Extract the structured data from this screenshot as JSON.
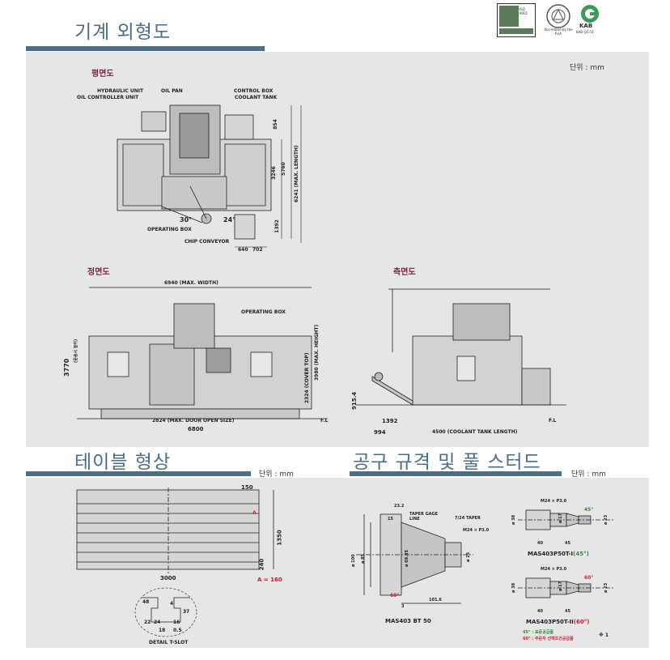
{
  "sections": {
    "exterior": "기계 외형도",
    "table_shape": "테이블 형상",
    "tooling": "공구 규격 및 풀 스터드"
  },
  "views": {
    "plan": "평면도",
    "front": "정면도",
    "side": "측면도"
  },
  "units": {
    "top": "단위 : mm",
    "table": "단위 : mm",
    "tool": "단위 : mm"
  },
  "logos": {
    "iso_caption": "ISO 9001",
    "kab": "KAB",
    "kab_sub": "KAB-QC-11",
    "kolas_caption": "Accredited by the RvA"
  },
  "plan_labels": {
    "hydraulic": "HYDRAULIC UNIT",
    "oil_ctrl": "OIL CONTROLLER UNIT",
    "oil_pan": "OIL PAN",
    "control_box": "CONTROL BOX",
    "coolant_tank": "COOLANT TANK",
    "operating_box": "OPERATING BOX",
    "chip_conveyor": "CHIP CONVEYOR",
    "d854": "854",
    "d3246": "3246",
    "d5760": "5760",
    "d6241": "6241 (MAX. LENGTH)",
    "d1392": "1392",
    "d640": "640",
    "d702": "702",
    "a30": "30°",
    "a24": "24°"
  },
  "front_labels": {
    "width": "6940 (MAX. WIDTH)",
    "operating_box": "OPERATING BOX",
    "h3770": "3770",
    "h3770_sub": "(운송시 높이)",
    "h2324": "2324 (COVER TOP)",
    "h3980": "3980 (MAX. HEIGHT)",
    "door": "2824 (MAX. DOOR OPEN SIZE)",
    "w6800": "6800",
    "fl": "F.L"
  },
  "side_labels": {
    "h915": "915.4",
    "d1392": "1392",
    "d994": "994",
    "d4500": "4500 (COOLANT TANK LENGTH)",
    "fl": "F.L"
  },
  "table_labels": {
    "d150": "150",
    "d1350": "1350",
    "d240": "240",
    "d3000": "3000",
    "a160": "A = 160",
    "a_mark": "A",
    "detail": "DETAIL T-SLOT",
    "t48": "48",
    "t4": "4",
    "t37": "37",
    "t22": "22",
    "t24": "24",
    "t16": "16",
    "t18": "18",
    "t05": "0.5"
  },
  "tool_labels": {
    "taper_gage": "TAPER GAGE LINE",
    "taper_724": "7/24 TAPER",
    "m24a": "M24 × P3.0",
    "d232": "23.2",
    "d15": "15",
    "d100": "ø 100",
    "d85": "ø 85",
    "d6985": "ø 69.85",
    "d25": "ø 25",
    "d1016": "101.6",
    "d3": "3",
    "a60": "60°",
    "bt50": "MAS403 BT 50",
    "m24b": "M24 × P3.0",
    "d38a": "ø 38",
    "d17a": "ø 17",
    "d23a": "ø 23",
    "d40a": "40",
    "d45a": "45",
    "a45": "45°",
    "p50t1": "MAS403P50T-I",
    "p50t1_ang": "(45°)",
    "m24c": "M24 × P3.0",
    "d38b": "ø 38",
    "d17b": "ø 17",
    "d23b": "ø 23",
    "d40b": "40",
    "d45b": "45",
    "a60b": "60°",
    "p50t2": "MAS403P50T-II",
    "p50t2_ang": "(60°)",
    "note45": "45° : 표준공급품",
    "note60": "60° : 주문자 선택조건공급품",
    "note_ref": "※ 1"
  },
  "colors": {
    "accent": "#4b6f86",
    "panel": "#e6e6e6",
    "heading_red": "#7a1e3c",
    "note_green": "#2e8b3a",
    "note_red": "#d0202a"
  }
}
